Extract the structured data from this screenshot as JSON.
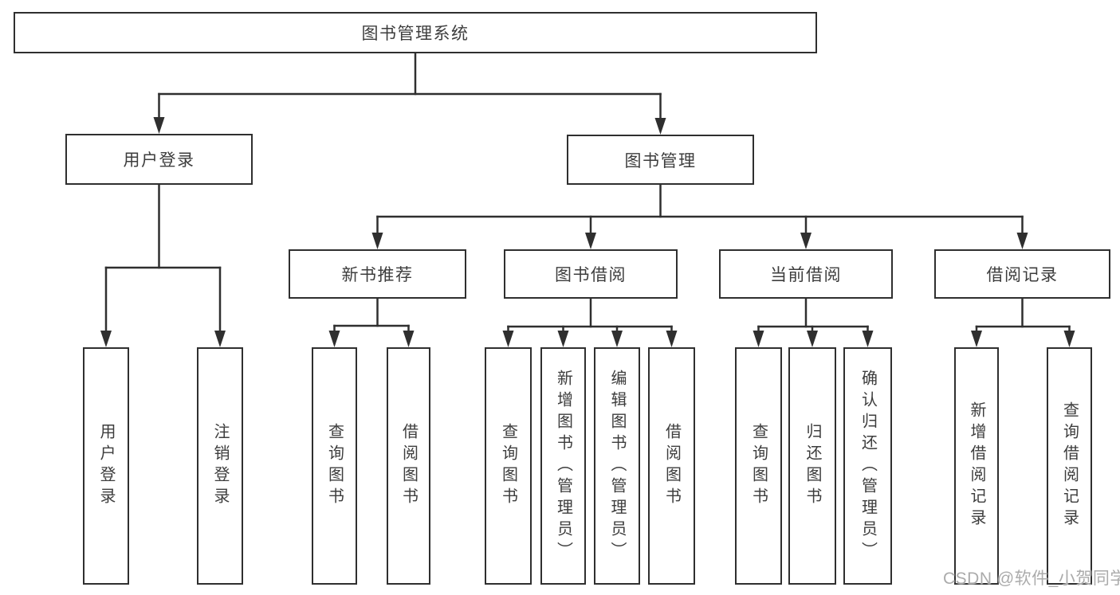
{
  "tree": {
    "label": "图书管理系统",
    "children": [
      {
        "label": "用户登录",
        "children": [
          {
            "label": "用户登录"
          },
          {
            "label": "注销登录"
          }
        ]
      },
      {
        "label": "图书管理",
        "children": [
          {
            "label": "新书推荐",
            "children": [
              {
                "label": "查询图书"
              },
              {
                "label": "借阅图书"
              }
            ]
          },
          {
            "label": "图书借阅",
            "children": [
              {
                "label": "查询图书"
              },
              {
                "label": "新增图书（管理员）"
              },
              {
                "label": "编辑图书（管理员）"
              },
              {
                "label": "借阅图书"
              }
            ]
          },
          {
            "label": "当前借阅",
            "children": [
              {
                "label": "查询图书"
              },
              {
                "label": "归还图书"
              },
              {
                "label": "确认归还（管理员）"
              }
            ]
          },
          {
            "label": "借阅记录",
            "children": [
              {
                "label": "新增借阅记录"
              },
              {
                "label": "查询借阅记录"
              }
            ]
          }
        ]
      }
    ]
  },
  "watermark": "CSDN @软件_小贺同学",
  "colors": {
    "line": "#2f2f2f",
    "text": "#3d3d3d",
    "watermark": "#ababab"
  }
}
